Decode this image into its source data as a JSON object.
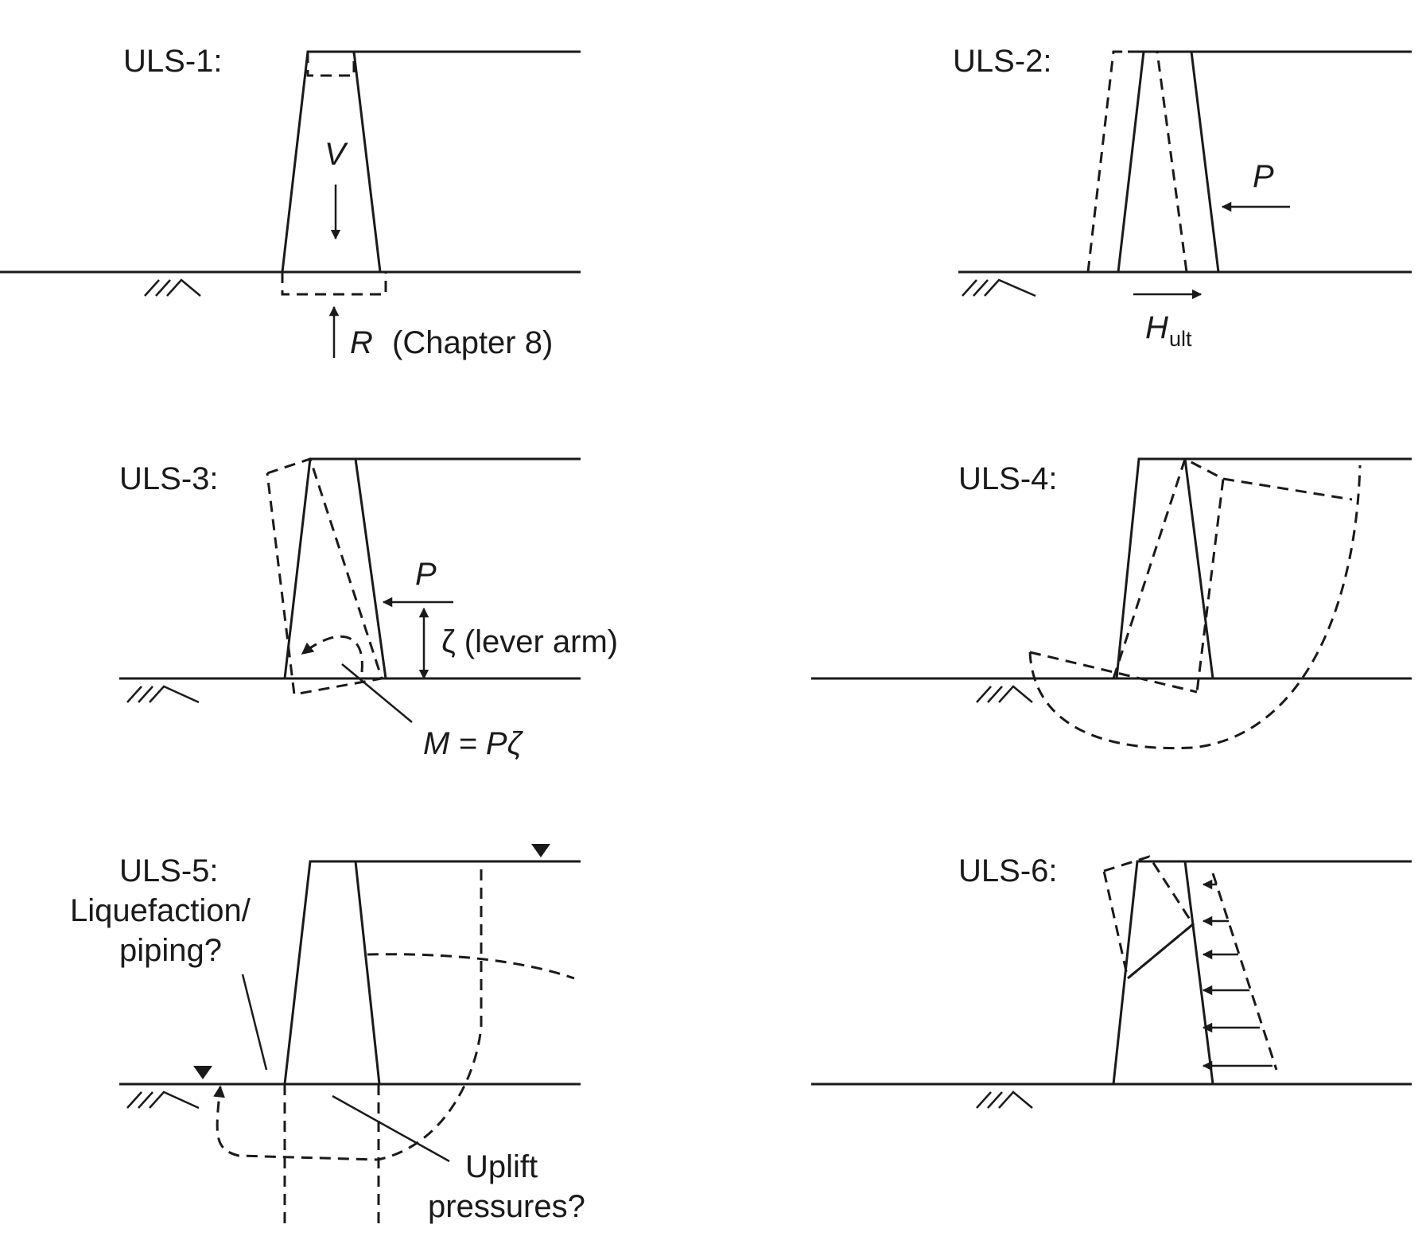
{
  "panels": {
    "uls1": {
      "title": "ULS-1:",
      "v_label": "V",
      "r_label": "R",
      "r_note": "(Chapter 8)"
    },
    "uls2": {
      "title": "ULS-2:",
      "p_label": "P",
      "h_label": "H",
      "h_sub": "ult"
    },
    "uls3": {
      "title": "ULS-3:",
      "p_label": "P",
      "lever_label": "ζ (lever arm)",
      "moment_label": "M = Pζ"
    },
    "uls4": {
      "title": "ULS-4:"
    },
    "uls5": {
      "title": "ULS-5:",
      "note_line1": "Liquefaction/",
      "note_line2": "piping?",
      "uplift_line1": "Uplift",
      "uplift_line2": "pressures?"
    },
    "uls6": {
      "title": "ULS-6:"
    }
  },
  "icons": [
    "ground-hatch-icon",
    "water-table-icon",
    "arrow-icon"
  ]
}
